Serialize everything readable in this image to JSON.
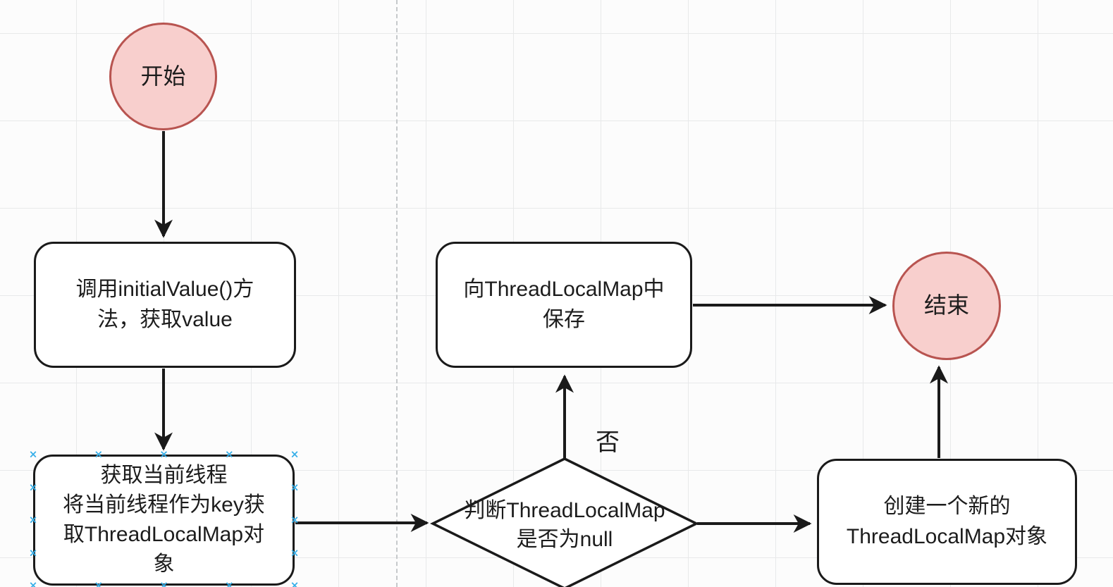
{
  "canvas": {
    "background_color": "#fcfcfc",
    "grid_color": "#e8e9ea",
    "page_divider_color": "#c6c9cb"
  },
  "colors": {
    "shape_stroke": "#1a1a1a",
    "terminal_fill": "#f8cfcd",
    "terminal_stroke": "#b85450",
    "process_fill": "#ffffff",
    "selection_handle": "#35aee8"
  },
  "nodes": {
    "start": {
      "label": "开始",
      "shape": "circle"
    },
    "call_initial_value": {
      "label": "调用initialValue()方\n法，获取value",
      "shape": "rounded-rect"
    },
    "get_current_thread": {
      "label": "获取当前线程\n将当前线程作为key获\n取ThreadLocalMap对\n象",
      "shape": "rounded-rect",
      "selected": true
    },
    "check_map_null": {
      "label": "判断ThreadLocalMap\n是否为null",
      "shape": "diamond"
    },
    "save_to_map": {
      "label": "向ThreadLocalMap中\n保存",
      "shape": "rounded-rect"
    },
    "create_new_map": {
      "label": "创建一个新的\nThreadLocalMap对象",
      "shape": "rounded-rect"
    },
    "end": {
      "label": "结束",
      "shape": "circle"
    }
  },
  "edges": {
    "no_branch_label": "否"
  }
}
